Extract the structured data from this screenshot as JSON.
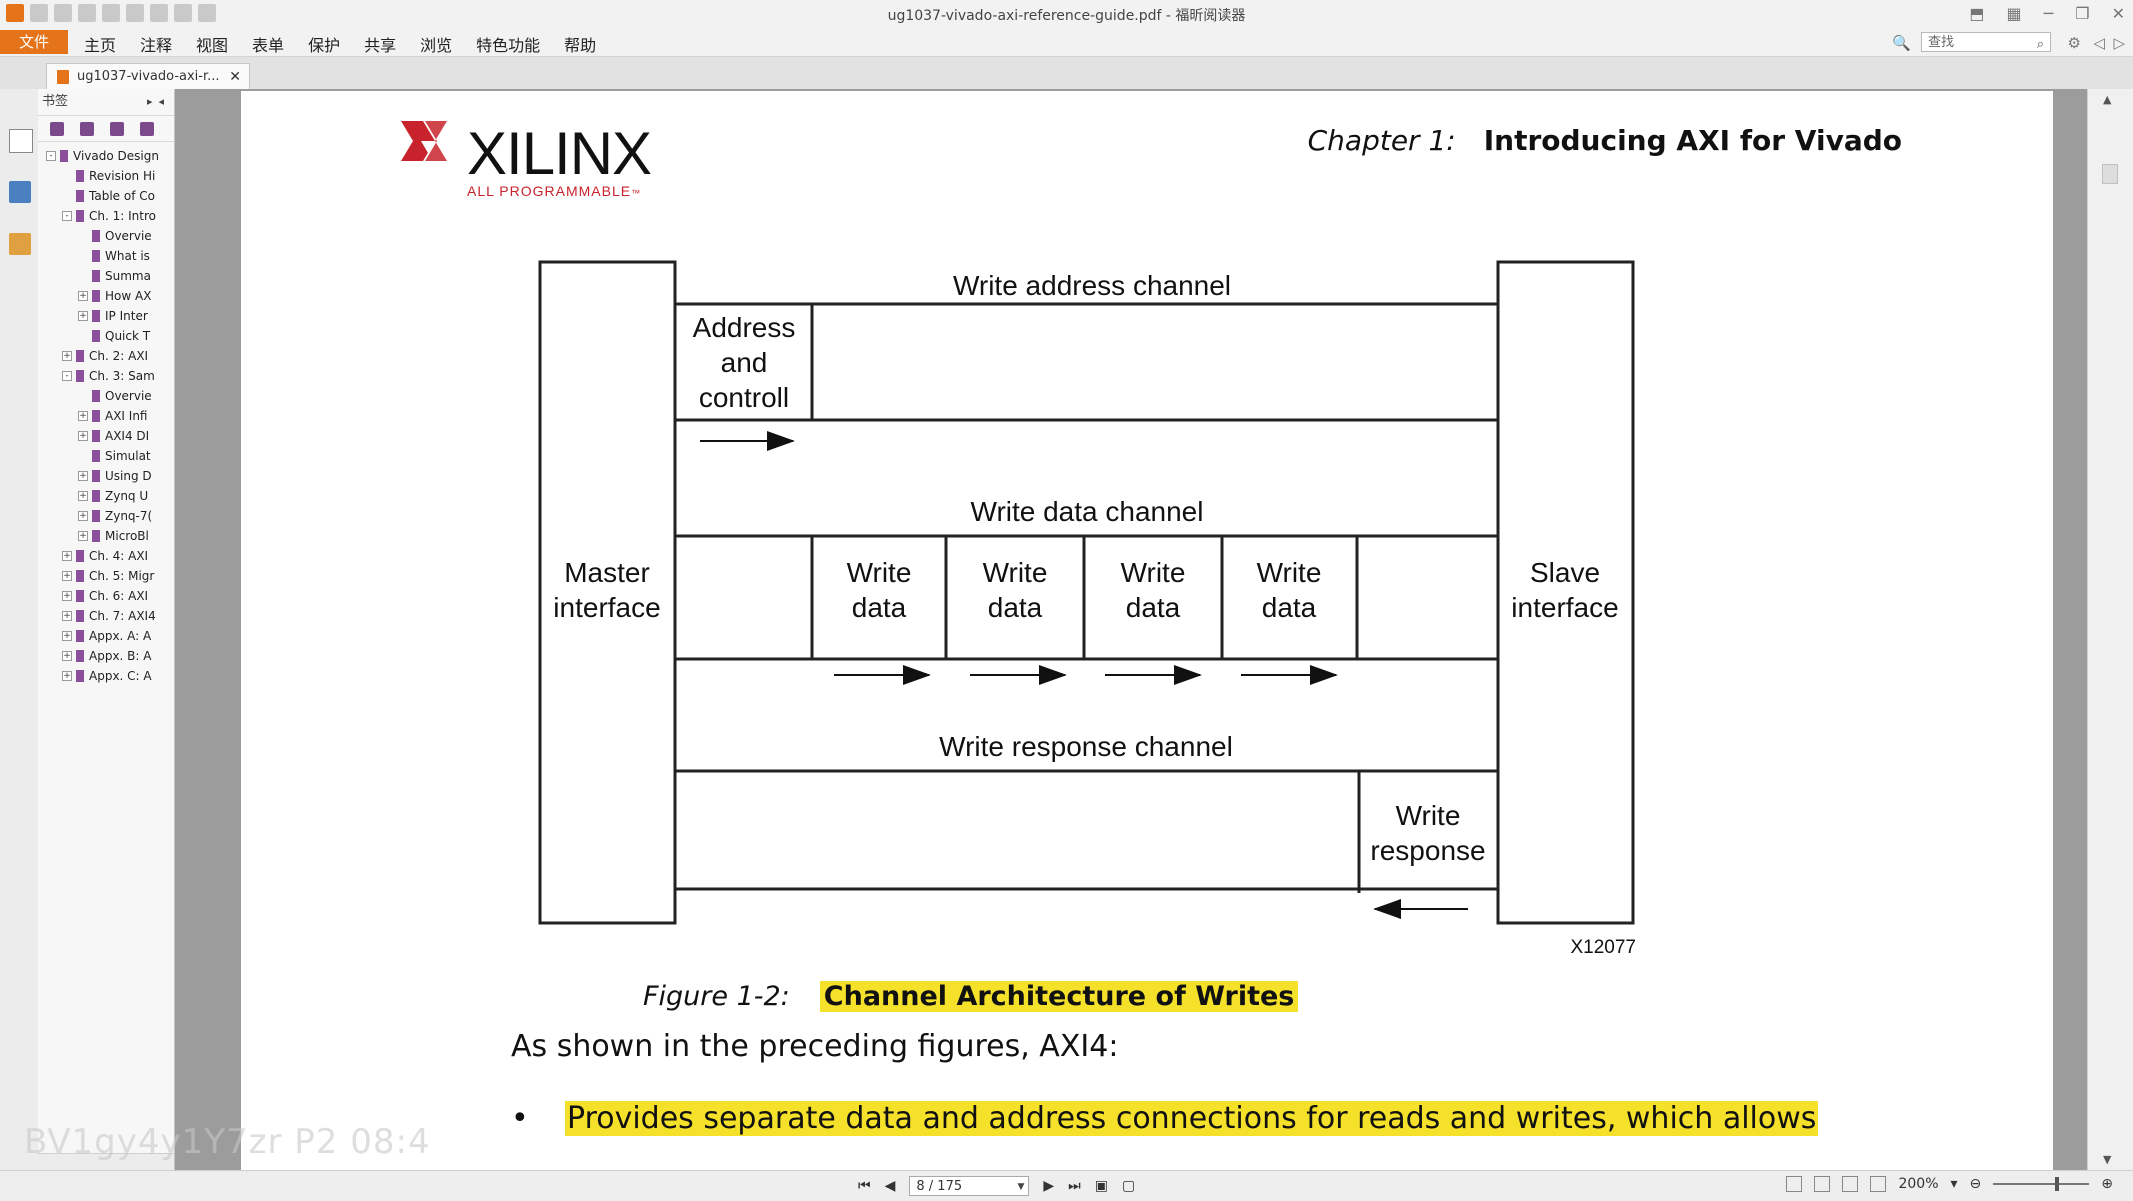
{
  "window": {
    "title": "ug1037-vivado-axi-reference-guide.pdf - 福昕阅读器"
  },
  "menu": {
    "file": "文件",
    "items": [
      "主页",
      "注释",
      "视图",
      "表单",
      "保护",
      "共享",
      "浏览",
      "特色功能",
      "帮助"
    ],
    "search_placeholder": "查找"
  },
  "tab": {
    "label": "ug1037-vivado-axi-r..."
  },
  "bookmarks": {
    "header": "书签",
    "items": [
      {
        "label": "Vivado Design",
        "level": 0,
        "expand": "-"
      },
      {
        "label": "Revision Hi",
        "level": 1,
        "expand": ""
      },
      {
        "label": "Table of Co",
        "level": 1,
        "expand": ""
      },
      {
        "label": "Ch. 1: Intro",
        "level": 1,
        "expand": "-"
      },
      {
        "label": "Overvie",
        "level": 2,
        "expand": ""
      },
      {
        "label": "What is",
        "level": 2,
        "expand": ""
      },
      {
        "label": "Summa",
        "level": 2,
        "expand": ""
      },
      {
        "label": "How AX",
        "level": 2,
        "expand": "+"
      },
      {
        "label": "IP Inter",
        "level": 2,
        "expand": "+"
      },
      {
        "label": "Quick T",
        "level": 2,
        "expand": ""
      },
      {
        "label": "Ch. 2: AXI",
        "level": 1,
        "expand": "+"
      },
      {
        "label": "Ch. 3: Sam",
        "level": 1,
        "expand": "-"
      },
      {
        "label": "Overvie",
        "level": 2,
        "expand": ""
      },
      {
        "label": "AXI Infi",
        "level": 2,
        "expand": "+"
      },
      {
        "label": "AXI4 DI",
        "level": 2,
        "expand": "+"
      },
      {
        "label": "Simulat",
        "level": 2,
        "expand": ""
      },
      {
        "label": "Using D",
        "level": 2,
        "expand": "+"
      },
      {
        "label": "Zynq U",
        "level": 2,
        "expand": "+"
      },
      {
        "label": "Zynq-7(",
        "level": 2,
        "expand": "+"
      },
      {
        "label": "MicroBl",
        "level": 2,
        "expand": "+"
      },
      {
        "label": "Ch. 4: AXI",
        "level": 1,
        "expand": "+"
      },
      {
        "label": "Ch. 5: Migr",
        "level": 1,
        "expand": "+"
      },
      {
        "label": "Ch. 6: AXI",
        "level": 1,
        "expand": "+"
      },
      {
        "label": "Ch. 7: AXI4",
        "level": 1,
        "expand": "+"
      },
      {
        "label": "Appx. A: A",
        "level": 1,
        "expand": "+"
      },
      {
        "label": "Appx. B: A",
        "level": 1,
        "expand": "+"
      },
      {
        "label": "Appx. C: A",
        "level": 1,
        "expand": "+"
      }
    ]
  },
  "page": {
    "logo_text": "XILINX",
    "logo_tagline": "ALL PROGRAMMABLE",
    "logo_tm": "™",
    "chapter_label": "Chapter 1:",
    "chapter_title": "Introducing AXI for Vivado",
    "diagram": {
      "master": [
        "Master",
        "interface"
      ],
      "slave": [
        "Slave",
        "interface"
      ],
      "write_address_channel": "Write address channel",
      "address_control": [
        "Address",
        "and",
        "controll"
      ],
      "write_data_channel": "Write data channel",
      "write_data": [
        "Write",
        "data"
      ],
      "write_response_channel": "Write response channel",
      "write_response": [
        "Write",
        "response"
      ],
      "figure_id": "X12077"
    },
    "figure_label": "Figure 1-2:",
    "figure_title": "Channel Architecture of Writes",
    "paragraph": "As shown in the preceding figures, AXI4:",
    "bullet": "Provides separate data and address connections for reads and writes, which allows"
  },
  "status": {
    "page_indicator": "8 / 175",
    "zoom": "200%"
  },
  "watermark": "BV1gy4y1Y7zr P2 08:4"
}
